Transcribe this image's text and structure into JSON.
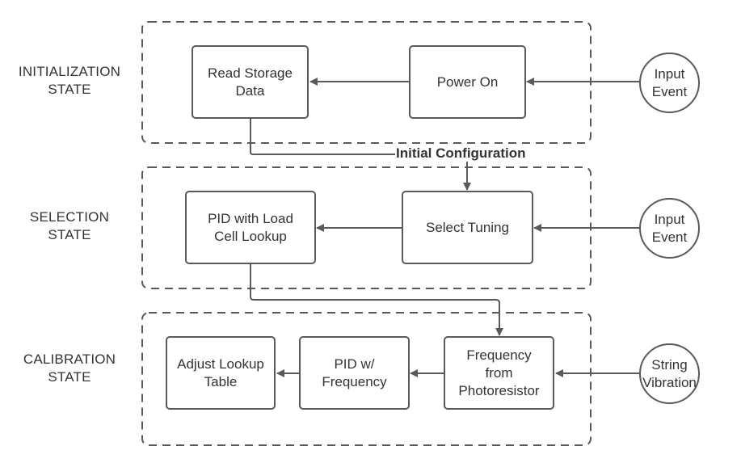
{
  "states": [
    {
      "id": "init",
      "label": "INITIALIZATION\nSTATE"
    },
    {
      "id": "select",
      "label": "SELECTION\nSTATE"
    },
    {
      "id": "calib",
      "label": "CALIBRATION\nSTATE"
    }
  ],
  "nodes": {
    "read_storage": "Read Storage\nData",
    "power_on": "Power On",
    "pid_load_cell": "PID with Load\nCell Lookup",
    "select_tuning": "Select Tuning",
    "adjust_lookup": "Adjust Lookup\nTable",
    "pid_frequency": "PID w/\nFrequency",
    "frequency_photoresistor": "Frequency\nfrom\nPhotoresistor"
  },
  "events": {
    "input_event_1": "Input\nEvent",
    "input_event_2": "Input\nEvent",
    "string_vibration": "String\nVibration"
  },
  "edge_labels": {
    "initial_configuration": "Initial Configuration"
  },
  "colors": {
    "line": "#595959",
    "text": "#333333",
    "background": "#ffffff"
  }
}
